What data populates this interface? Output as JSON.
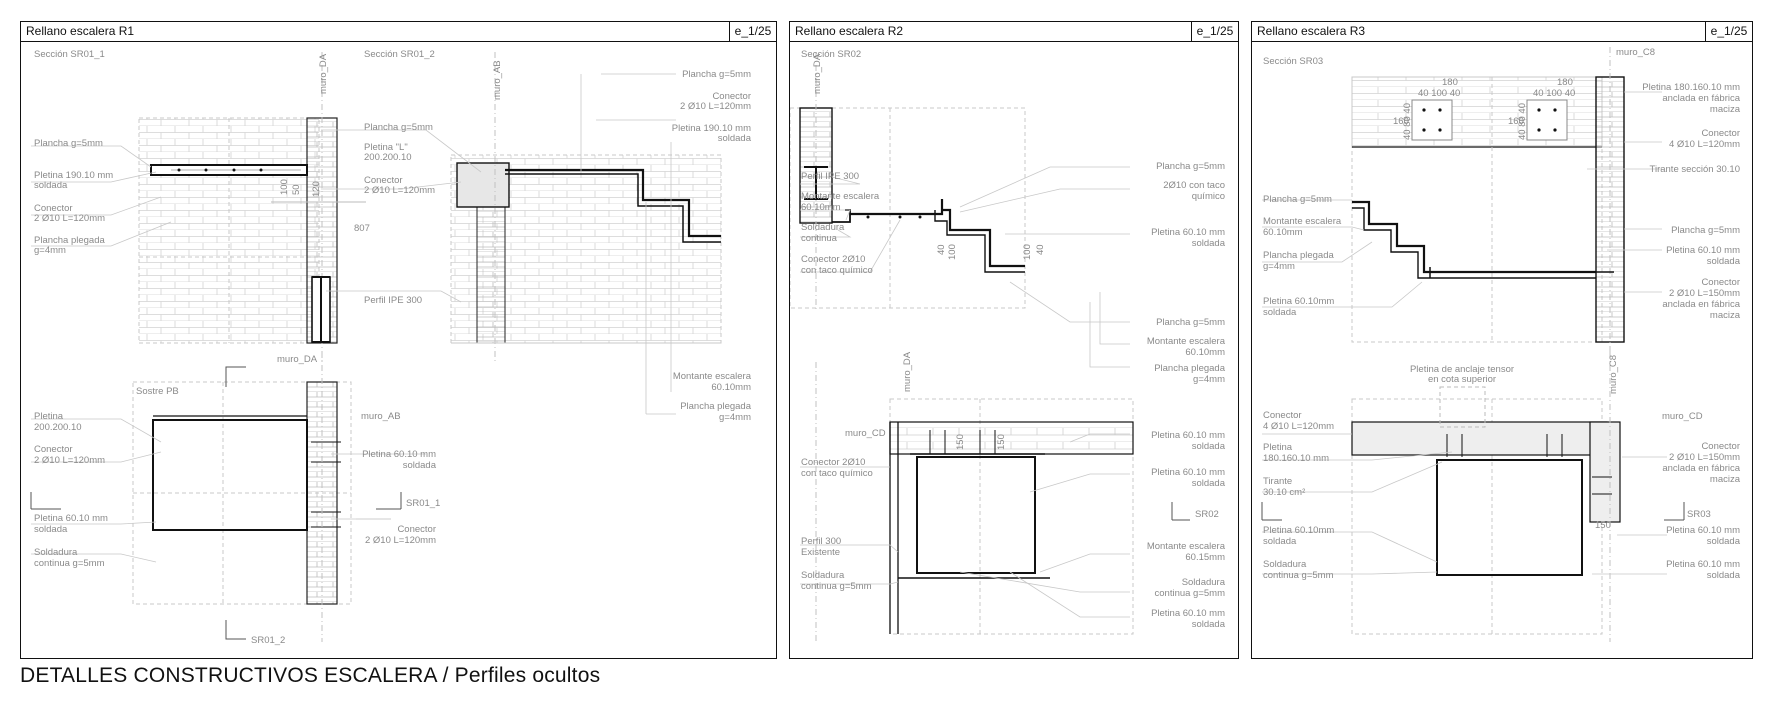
{
  "sheet": {
    "title": "DETALLES CONSTRUCTIVOS ESCALERA / Perfiles ocultos"
  },
  "panels": [
    {
      "title": "Rellano escalera R1",
      "code": "e_1/25",
      "labels": [
        "Sección SR01_1",
        "Sección SR01_2",
        "muro_DA",
        "muro_AB",
        "Plancha g=5mm",
        "Pletina 190.10 mm",
        "soldada",
        "Conector",
        "2 Ø10 L=120mm",
        "Plancha plegada",
        "g=4mm",
        "Plancha g=5mm",
        "Pletina \"L\"",
        "200.200.10",
        "Conector",
        "2 Ø10 L=120mm",
        "Perfil IPE 300",
        "Plancha g=5mm",
        "Conector",
        "2 Ø10 L=120mm",
        "Pletina 190.10 mm",
        "soldada",
        "Montante escalera",
        "60.10mm",
        "Plancha plegada",
        "g=4mm",
        "muro_DA",
        "Sostre PB",
        "Pletina",
        "200.200.10",
        "Conector",
        "2 Ø10 L=120mm",
        "Pletina 60.10 mm",
        "soldada",
        "Soldadura",
        "continua g=5mm",
        "muro_AB",
        "Pletina 60.10 mm",
        "soldada",
        "SR01_1",
        "Conector",
        "2 Ø10 L=120mm",
        "SR01_2",
        "100",
        "50",
        "120",
        "807"
      ]
    },
    {
      "title": "Rellano escalera R2",
      "code": "e_1/25",
      "labels": [
        "Sección SR02",
        "muro_DA",
        "Perfil IPE 300",
        "Montante escalera",
        "60.10mm",
        "Soldadura",
        "continua",
        "Conector 2Ø10",
        "con taco químico",
        "Plancha g=5mm",
        "2Ø10 con taco",
        "químico",
        "Pletina 60.10 mm",
        "soldada",
        "Plancha g=5mm",
        "Montante escalera",
        "60.10mm",
        "Plancha plegada",
        "g=4mm",
        "muro_DA",
        "muro_CD",
        "Conector 2Ø10",
        "con taco químico",
        "Perfil 300",
        "Existente",
        "Soldadura",
        "continua g=5mm",
        "Pletina 60.10 mm",
        "soldada",
        "Pletina 60.10 mm",
        "soldada",
        "SR02",
        "Montante escalera",
        "60.15mm",
        "Soldadura",
        "continua g=5mm",
        "Pletina 60.10 mm",
        "soldada",
        "40",
        "100",
        "100",
        "40",
        "150",
        "150"
      ]
    },
    {
      "title": "Rellano escalera R3",
      "code": "e_1/25",
      "labels": [
        "Sección SR03",
        "muro_C8",
        "Pletina 180.160.10 mm",
        "anclada en fábrica",
        "maciza",
        "Conector",
        "4 Ø10 L=120mm",
        "Tirante sección 30.10",
        "Plancha g=5mm",
        "Montante escalera",
        "60.10mm",
        "Plancha plegada",
        "g=4mm",
        "Pletina 60.10mm",
        "soldada",
        "Plancha g=5mm",
        "Pletina 60.10 mm",
        "soldada",
        "Conector",
        "2 Ø10 L=150mm",
        "anclada en fábrica",
        "maciza",
        "Pletina de anclaje tensor",
        "en cota superior",
        "muro_C8",
        "muro_CD",
        "Conector",
        "4 Ø10 L=120mm",
        "Pletina",
        "180.160.10 mm",
        "Tirante",
        "30.10 cm²",
        "Conector",
        "2 Ø10 L=150mm",
        "anclada en fábrica",
        "maciza",
        "SR03",
        "Pletina 60.10mm",
        "soldada",
        "Pletina 60.10 mm",
        "soldada",
        "Soldadura",
        "continua g=5mm",
        "Pletina 60.10 mm",
        "soldada",
        "180",
        "40 100 40",
        "180",
        "40 100 40",
        "160",
        "40 80 40",
        "160",
        "40 80 40",
        "150"
      ]
    }
  ]
}
